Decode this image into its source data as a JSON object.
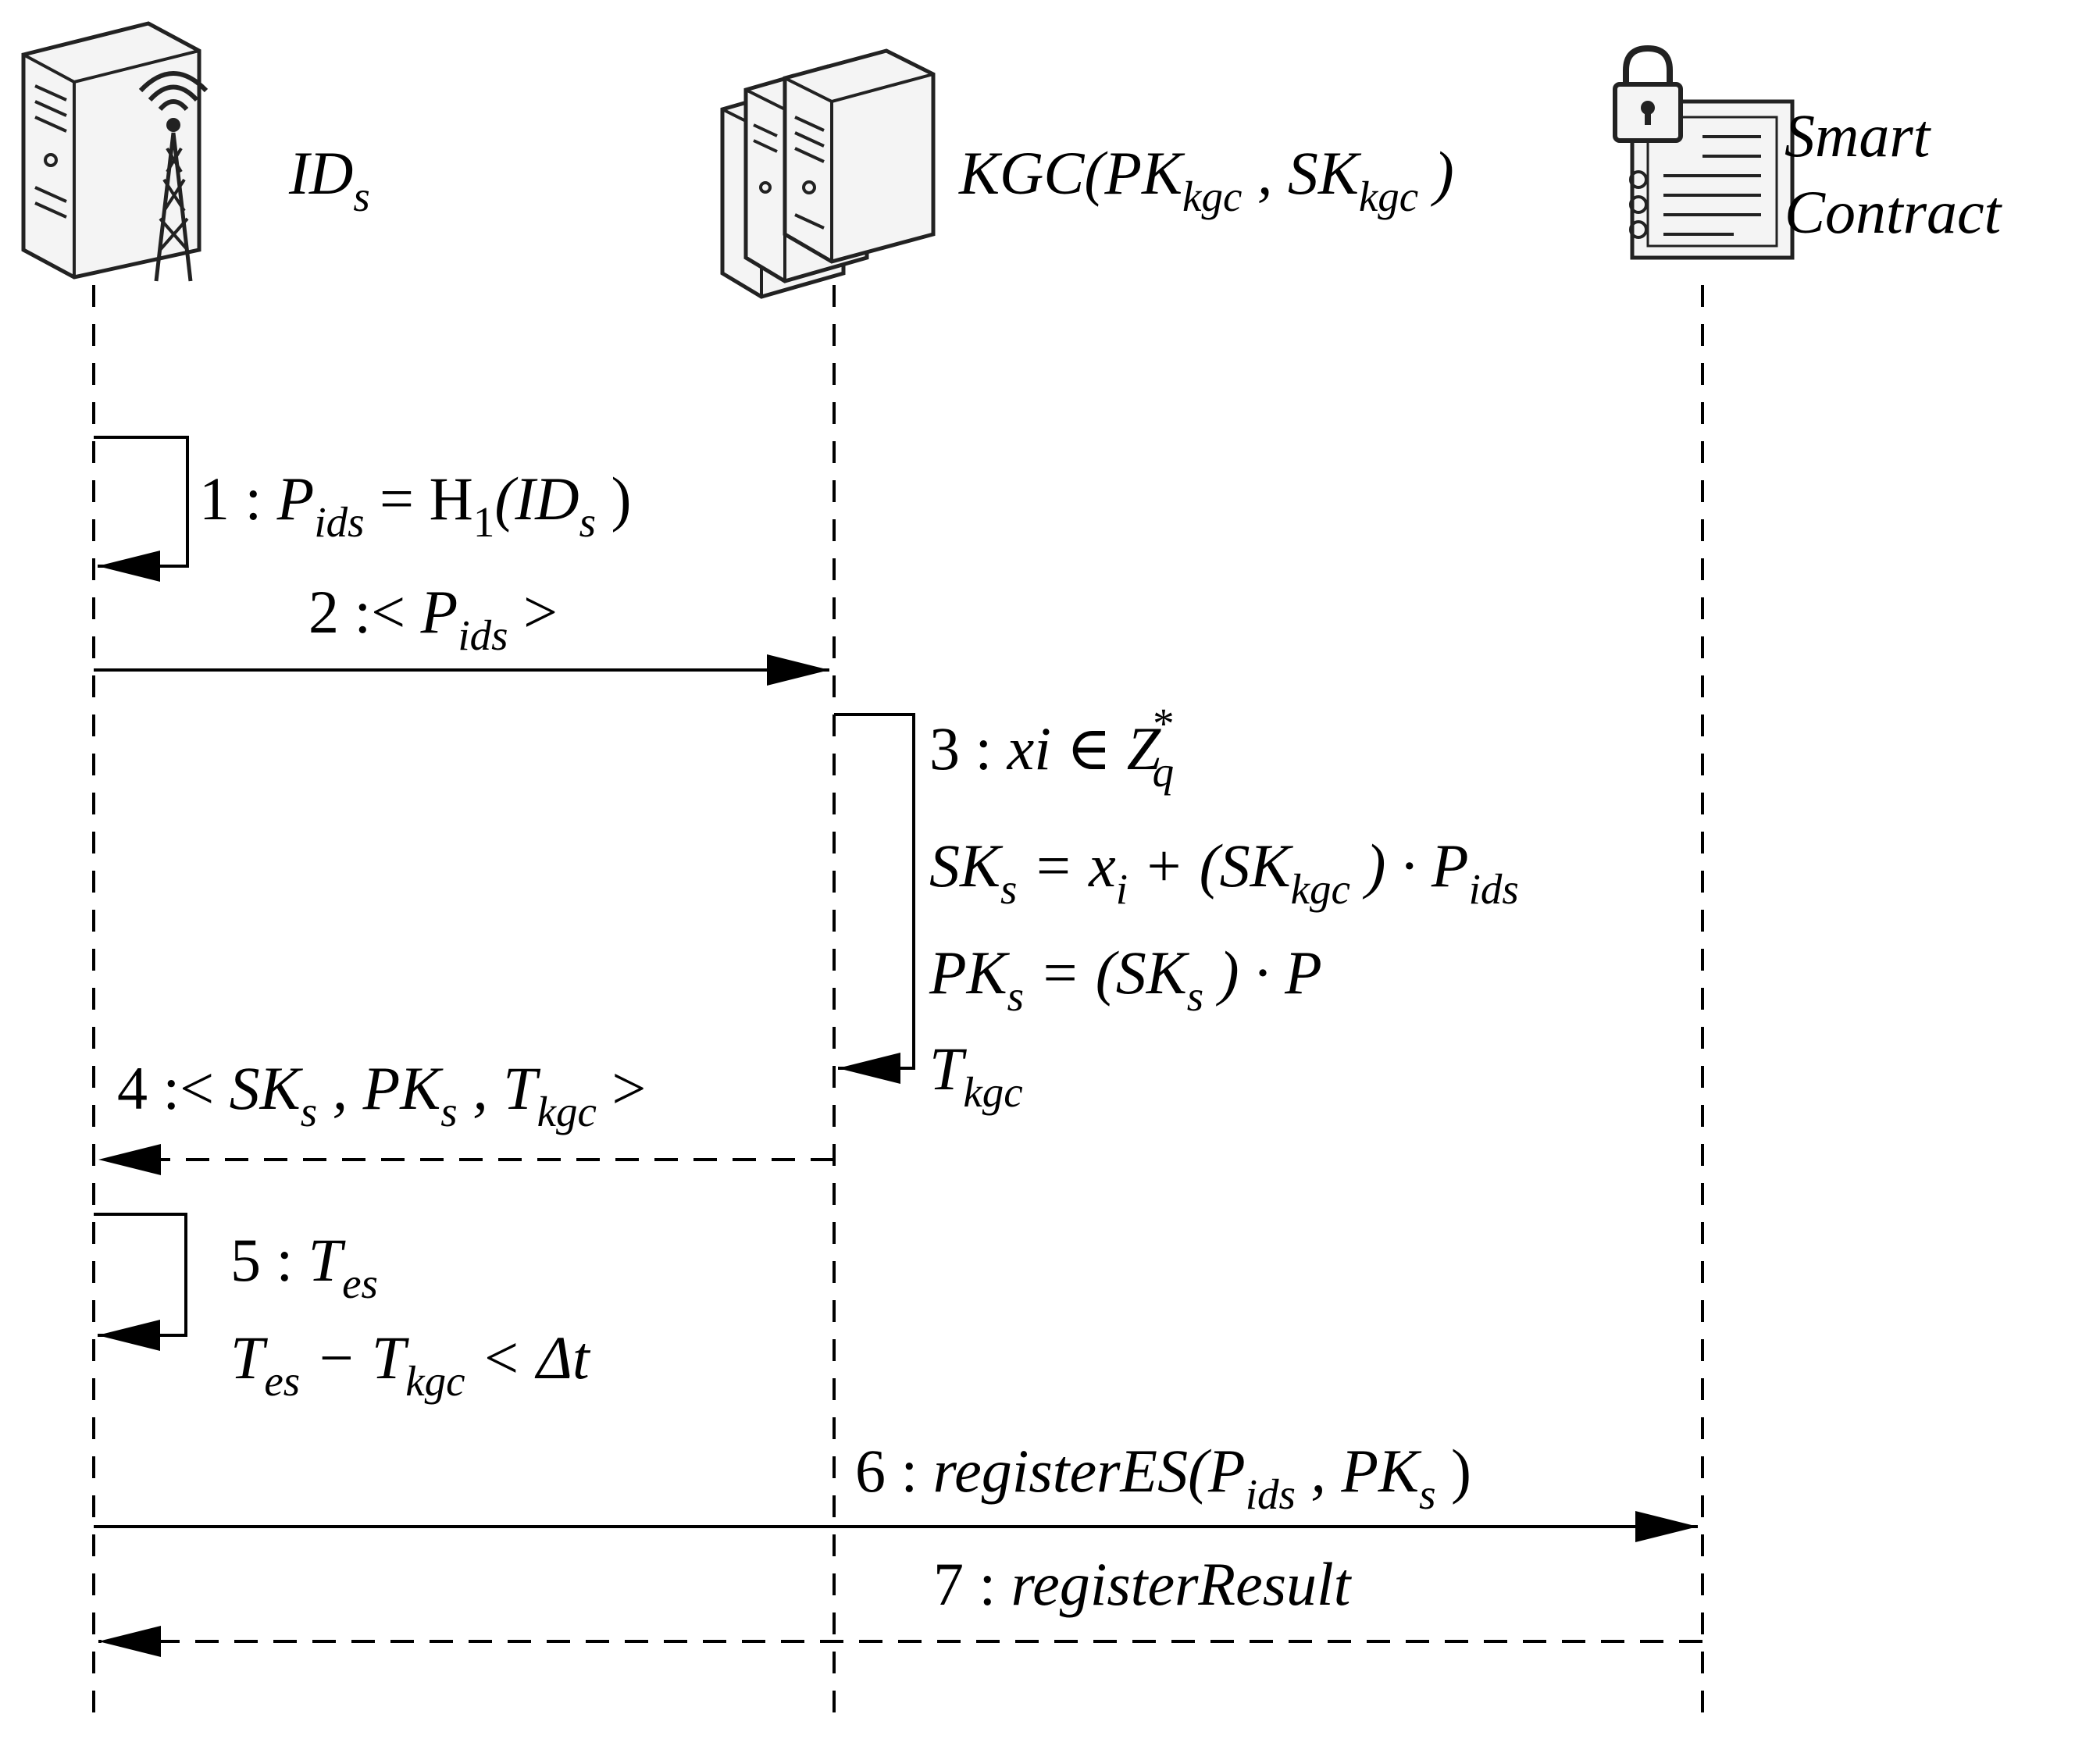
{
  "participants": {
    "edge_server": {
      "label": {
        "main": "ID",
        "sub": "s",
        "tail": ""
      },
      "icon": "server-tower-with-antenna-icon"
    },
    "kgc": {
      "label": {
        "main": "KGC(PK",
        "sub1": "kgc",
        "mid": " , SK",
        "sub2": "kgc",
        "tail": " )"
      },
      "icon": "server-cluster-icon"
    },
    "smart_contract": {
      "label": {
        "line1": "Smart",
        "line2": "Contract"
      },
      "icon": "locked-document-icon"
    }
  },
  "messages": {
    "m1": {
      "num": "1 : ",
      "p": "P",
      "sub1": "ids",
      "eq": "  = H",
      "sub2": "1",
      "arg": "(ID",
      "sub3": "s",
      "close": " )"
    },
    "m2": {
      "num": "2 :< ",
      "p": "P",
      "sub1": "ids",
      "close": "  >"
    },
    "m3": {
      "line1": {
        "num": "3 : ",
        "var": "xi",
        "op": " ∈ Z",
        "sup": "*",
        "sub": "q"
      },
      "line2": {
        "a": "SK",
        "a_sub": "s",
        "b": "  = x",
        "b_sub": "i",
        "c": " + (SK",
        "c_sub": "kgc",
        "d": " ) · P",
        "d_sub": "ids"
      },
      "line3": {
        "a": "PK",
        "a_sub": "s",
        "b": "  = (SK",
        "b_sub": "s",
        "c": " ) · P"
      },
      "line4": {
        "a": "T",
        "a_sub": "kgc"
      }
    },
    "m4": {
      "num": "4 :< ",
      "a": "SK",
      "a_sub": "s",
      "b": " , PK",
      "b_sub": "s",
      "c": " , T",
      "c_sub": "kgc",
      "close": "  >"
    },
    "m5": {
      "line1": {
        "num": "5 : ",
        "a": "T",
        "a_sub": "es"
      },
      "line2": {
        "a": "T",
        "a_sub": "es",
        "b": "  − T",
        "b_sub": "kgc",
        "c": "  < Δt"
      }
    },
    "m6": {
      "num": "6 : ",
      "fn": "registerES",
      "open": "(P",
      "sub1": "ids",
      "mid": " , PK",
      "sub2": "s",
      "close": " )"
    },
    "m7": {
      "num": "7 : ",
      "fn": "registerResult"
    }
  },
  "colors": {
    "line": "#000000",
    "icon_fill": "#f4f4f4",
    "icon_stroke": "#222222"
  }
}
